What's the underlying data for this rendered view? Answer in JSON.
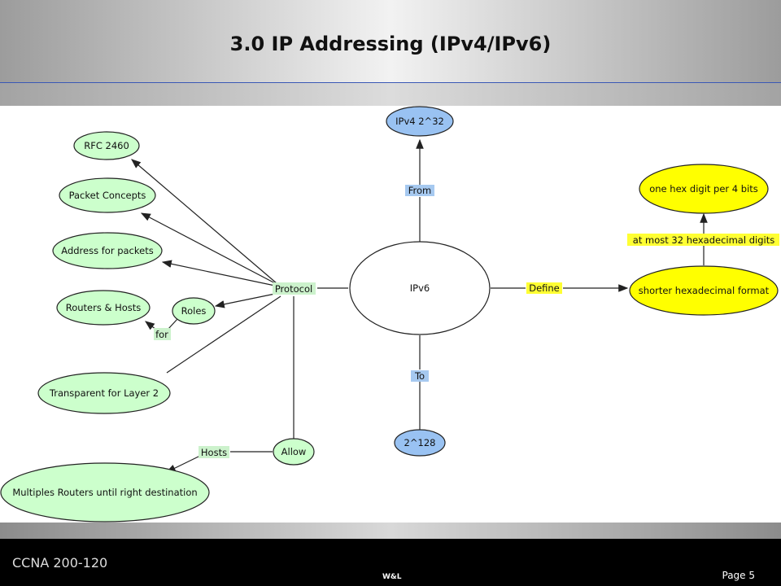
{
  "slide": {
    "title": "3.0 IP Addressing (IPv4/IPv6)",
    "course": "CCNA 200-120",
    "brand": "W&L",
    "page": "Page 5"
  },
  "colors": {
    "green_node": "#ccffcc",
    "blue_node": "#99c2f2",
    "yellow_node": "#ffff00",
    "accent_line": "#3a58b5"
  },
  "diagram": {
    "nodes": {
      "rfc": "RFC 2460",
      "packet_concepts": "Packet Concepts",
      "address_for_packets": "Address for packets",
      "routers_hosts": "Routers & Hosts",
      "roles": "Roles",
      "transparent": "Transparent for Layer 2",
      "multiples_routers": "Multiples Routers until right destination",
      "allow": "Allow",
      "ipv6": "IPv6",
      "ipv4": "IPv4 2^32",
      "two128": "2^128",
      "hex_digit": "one hex digit per 4 bits",
      "shorter_hex": "shorter hexadecimal format"
    },
    "links": {
      "protocol": "Protocol",
      "for": "for",
      "hosts": "Hosts",
      "from": "From",
      "to": "To",
      "define": "Define",
      "at_most": "at most 32 hexadecimal digits"
    }
  }
}
